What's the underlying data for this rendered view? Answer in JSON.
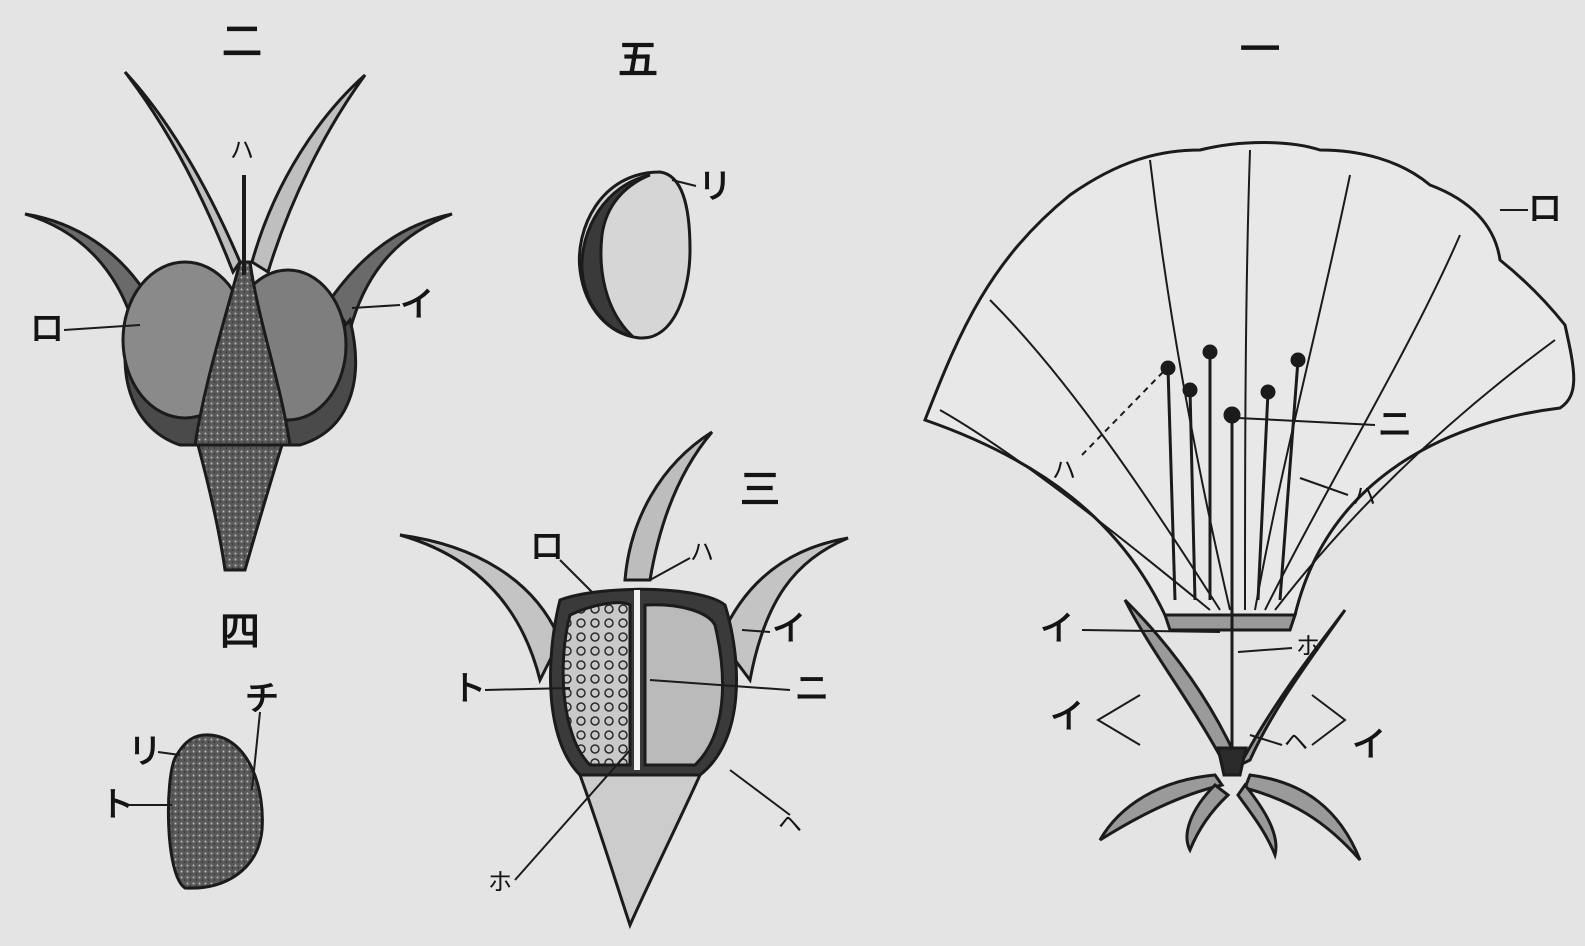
{
  "figures": {
    "one": {
      "number": "一",
      "labels": {
        "ro": "ロ",
        "ha1": "ハ",
        "ni": "ニ",
        "ha2": "ハ",
        "i1": "イ",
        "ho": "ホ",
        "i2": "イ",
        "he": "ヘ",
        "i3": "イ"
      }
    },
    "two": {
      "number": "二",
      "labels": {
        "ha": "ハ",
        "ro": "ロ",
        "i": "イ"
      }
    },
    "three": {
      "number": "三",
      "labels": {
        "ro": "ロ",
        "ha": "ハ",
        "i": "イ",
        "to": "ト",
        "ni": "ニ",
        "he": "ヘ",
        "ho": "ホ"
      }
    },
    "four": {
      "number": "四",
      "labels": {
        "chi": "チ",
        "ri": "リ",
        "to": "ト"
      }
    },
    "five": {
      "number": "五",
      "labels": {
        "ri": "リ"
      }
    }
  },
  "colors": {
    "paper": "#e4e4e4",
    "ink": "#141414"
  }
}
